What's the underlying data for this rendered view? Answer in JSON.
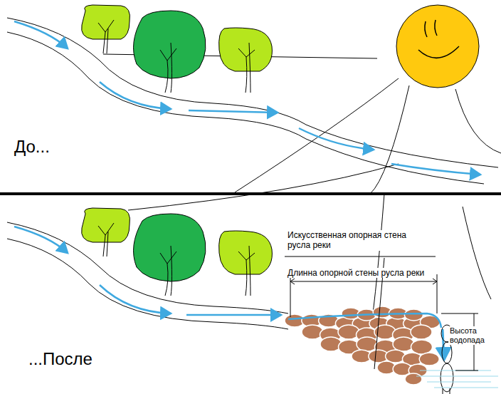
{
  "diagram": {
    "labels": [
      "До...",
      "Искусственная опорная стена русла реки",
      "Длинна опорной стены русла реки",
      "...После",
      "Высота водопада"
    ]
  }
}
